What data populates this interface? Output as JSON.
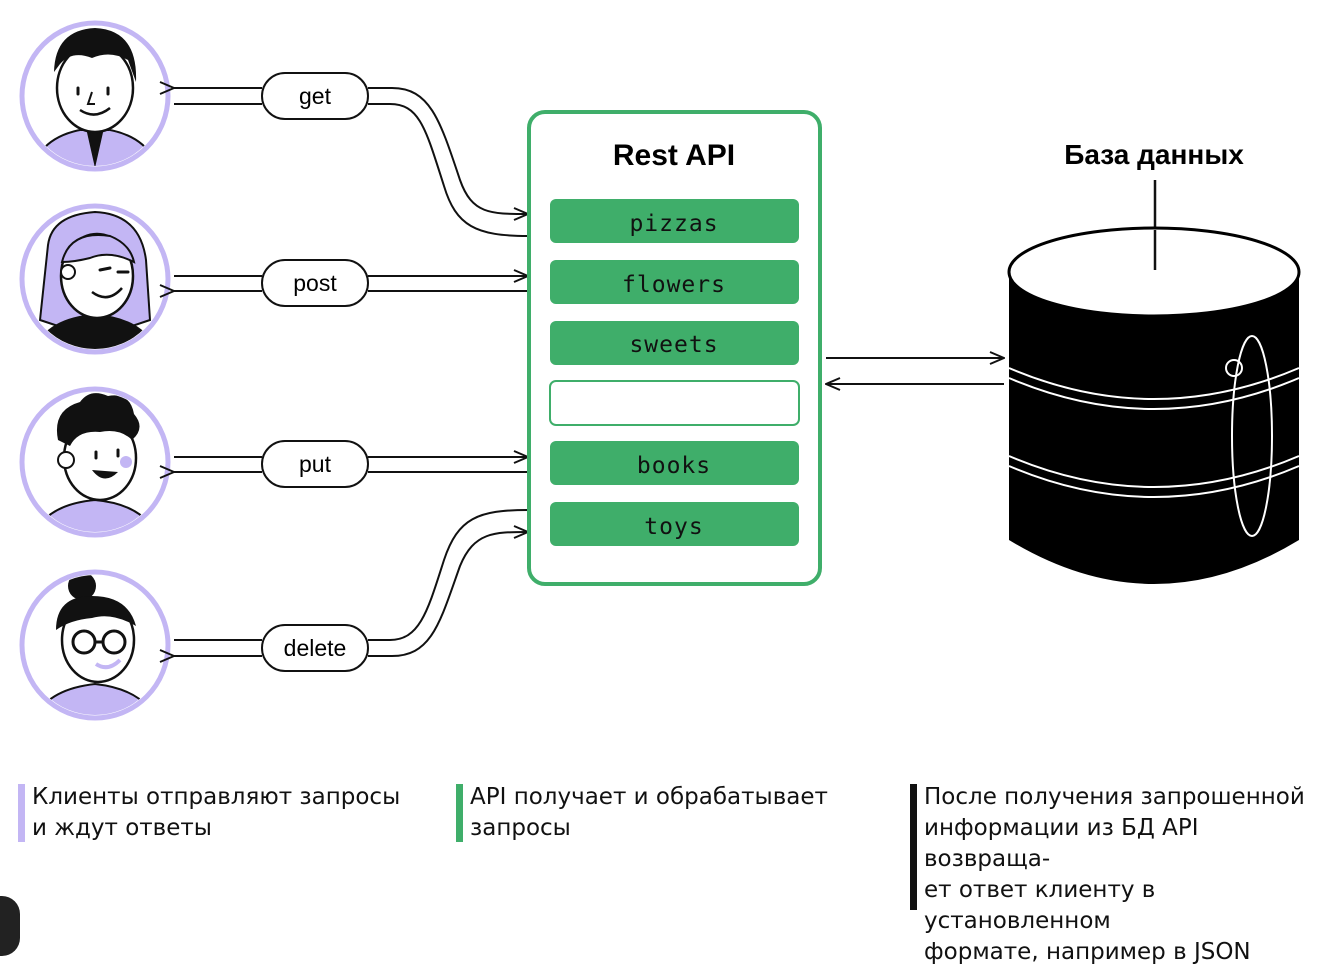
{
  "api_box": {
    "title": "Rest API",
    "resources": [
      "pizzas",
      "flowers",
      "sweets",
      "",
      "books",
      "toys"
    ]
  },
  "methods": [
    "get",
    "post",
    "put",
    "delete"
  ],
  "database": {
    "title": "База данных"
  },
  "captions": {
    "clients": [
      "Клиенты отправляют запросы",
      "и ждут ответы"
    ],
    "api": [
      "API получает и обрабатывает",
      "запросы"
    ],
    "response": [
      "После получения запрошенной",
      "информации из БД API возвраща-",
      "ет ответ клиенту в установленном",
      "формате, например в JSON"
    ]
  },
  "colors": {
    "accent_green": "#3fae6a",
    "client_lavender": "#c3b6f4",
    "database_black": "#000000"
  },
  "icons": [
    "client-avatar-1",
    "client-avatar-2",
    "client-avatar-3",
    "client-avatar-4",
    "database-cylinder-icon"
  ]
}
